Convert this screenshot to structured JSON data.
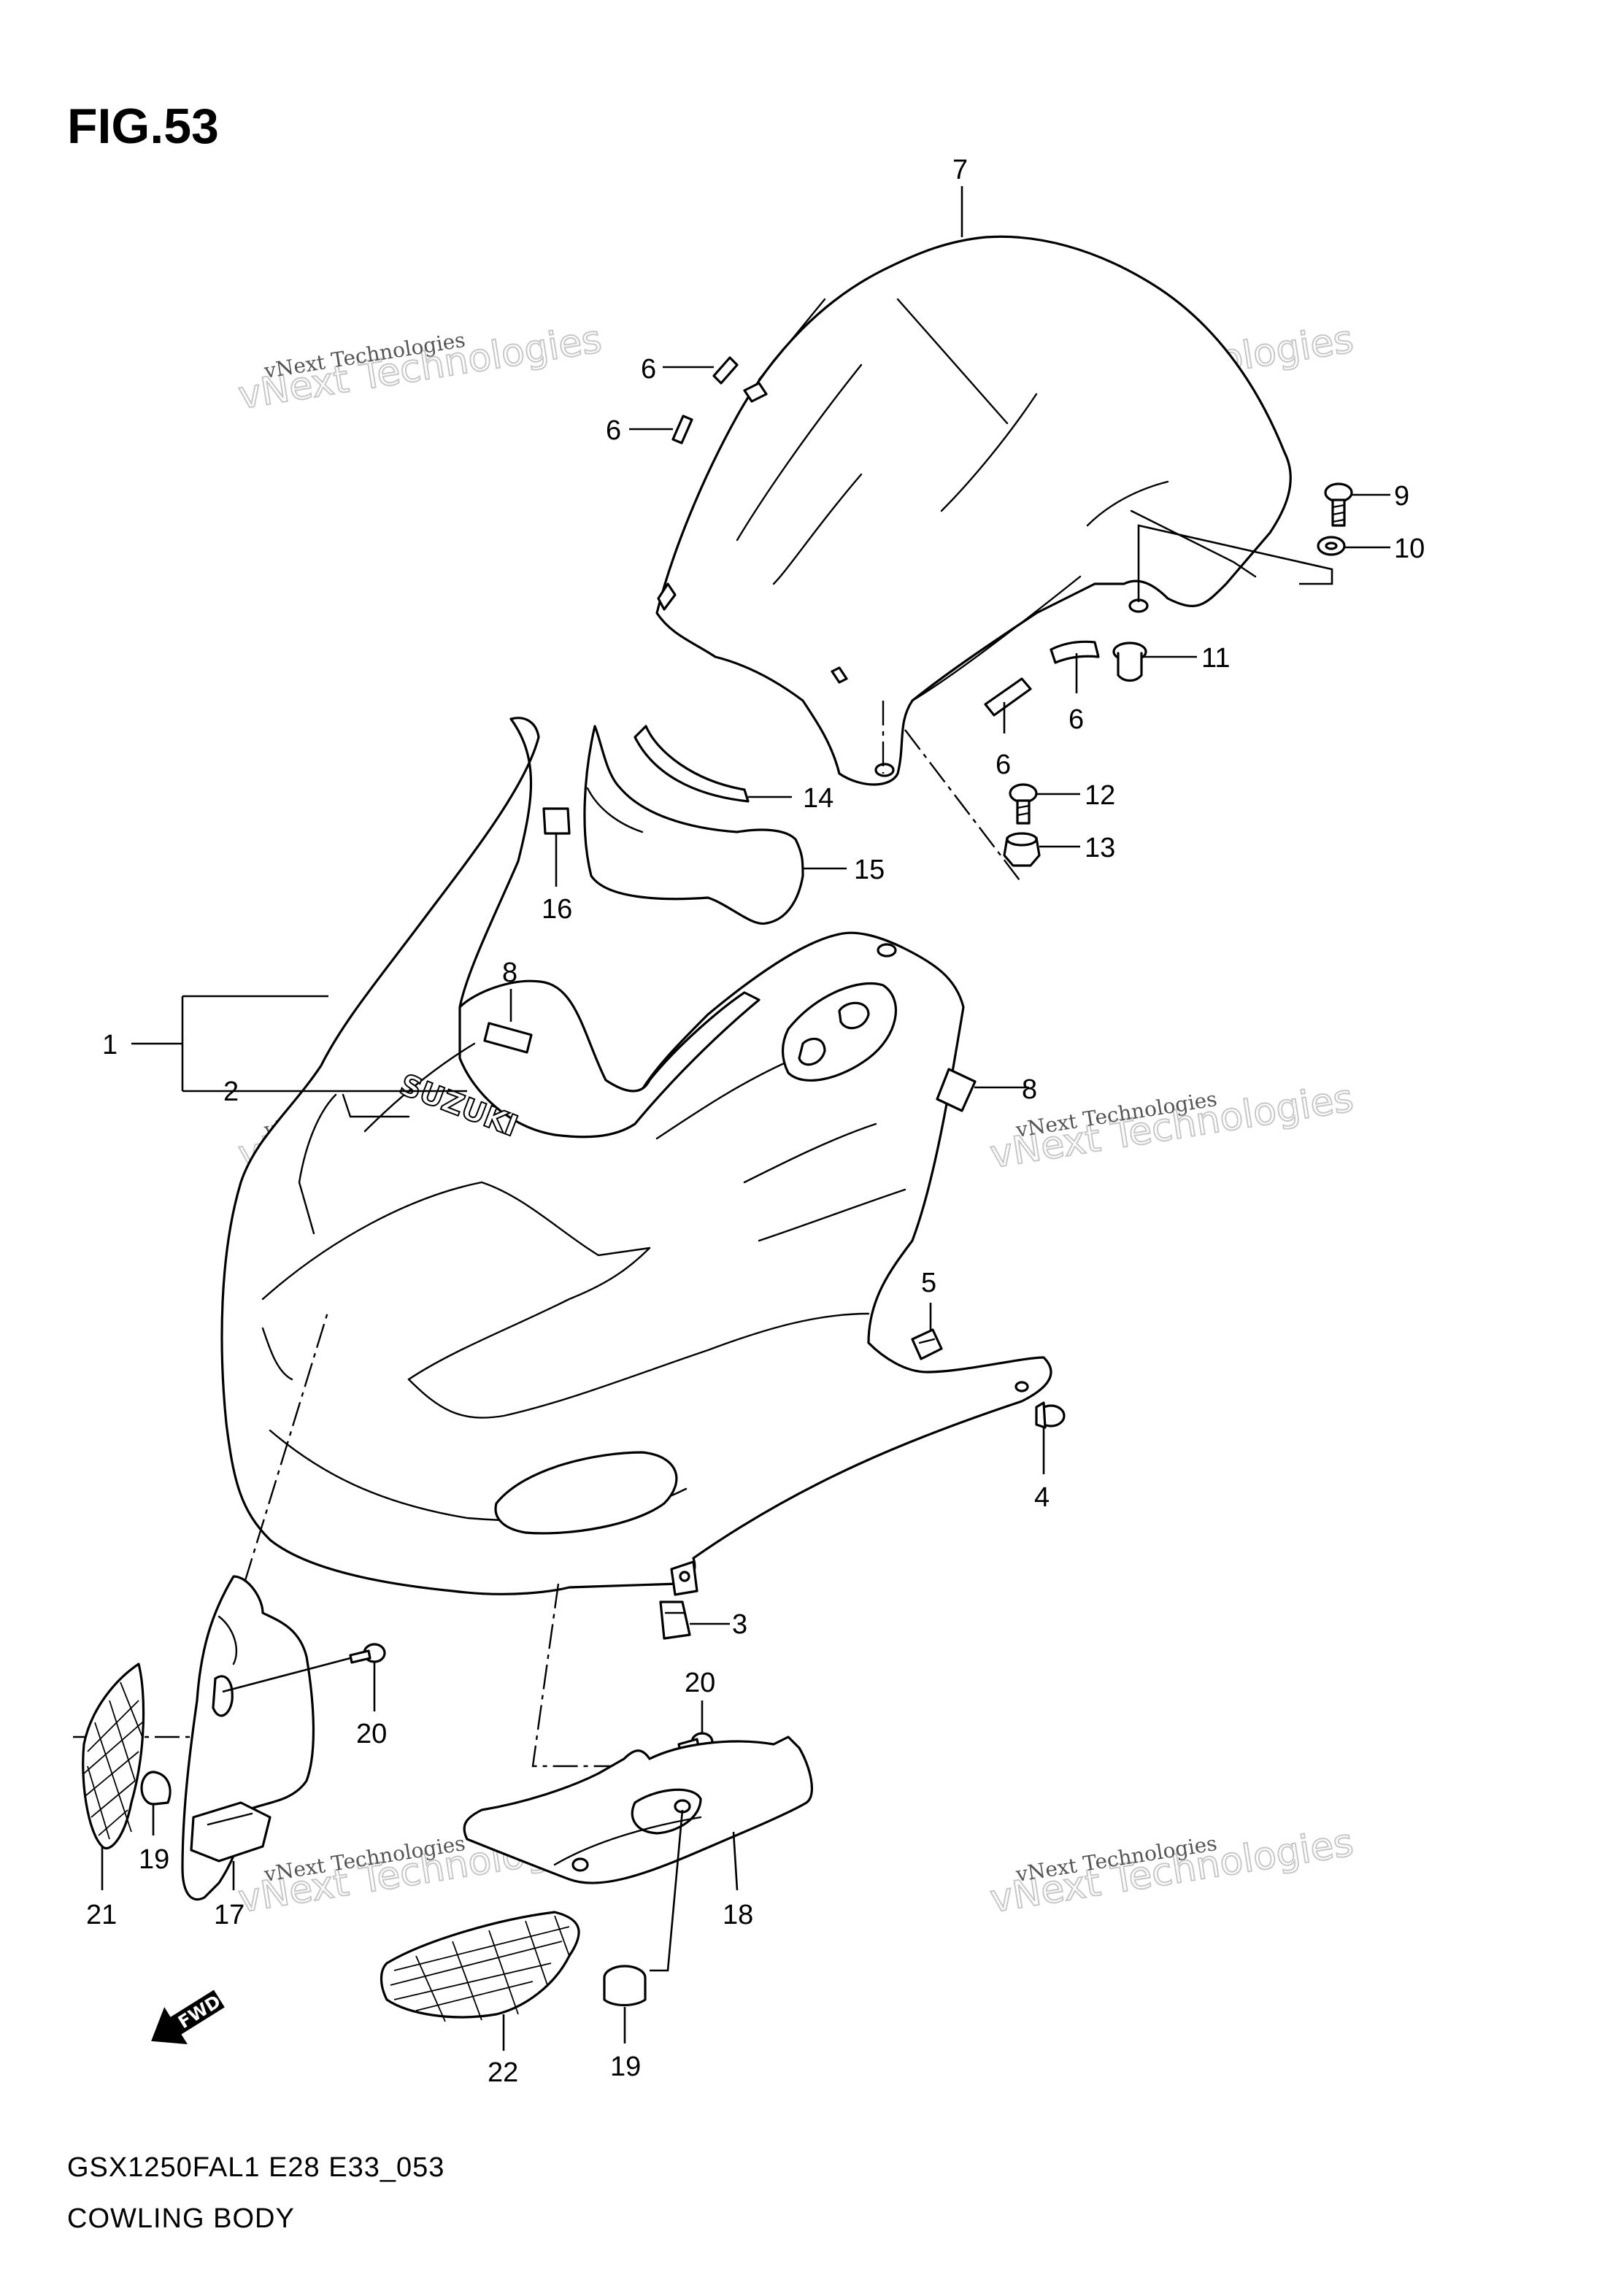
{
  "figure": {
    "title": "FIG.53",
    "model_code": "GSX1250FAL1 E28 E33_053",
    "section_name": "COWLING BODY"
  },
  "watermark": {
    "line_small": "vNext Technologies",
    "line_big": "vNext Technologies"
  },
  "brand_mark": "SUZUKI",
  "direction_label": "FWD",
  "callouts": {
    "c1": "1",
    "c2": "2",
    "c3": "3",
    "c4": "4",
    "c5": "5",
    "c6a": "6",
    "c6b": "6",
    "c6c": "6",
    "c6d": "6",
    "c7": "7",
    "c8a": "8",
    "c8b": "8",
    "c9": "9",
    "c10": "10",
    "c11": "11",
    "c12": "12",
    "c13": "13",
    "c14": "14",
    "c15": "15",
    "c16": "16",
    "c17": "17",
    "c18": "18",
    "c19a": "19",
    "c19b": "19",
    "c20a": "20",
    "c20b": "20",
    "c21": "21",
    "c22": "22"
  }
}
